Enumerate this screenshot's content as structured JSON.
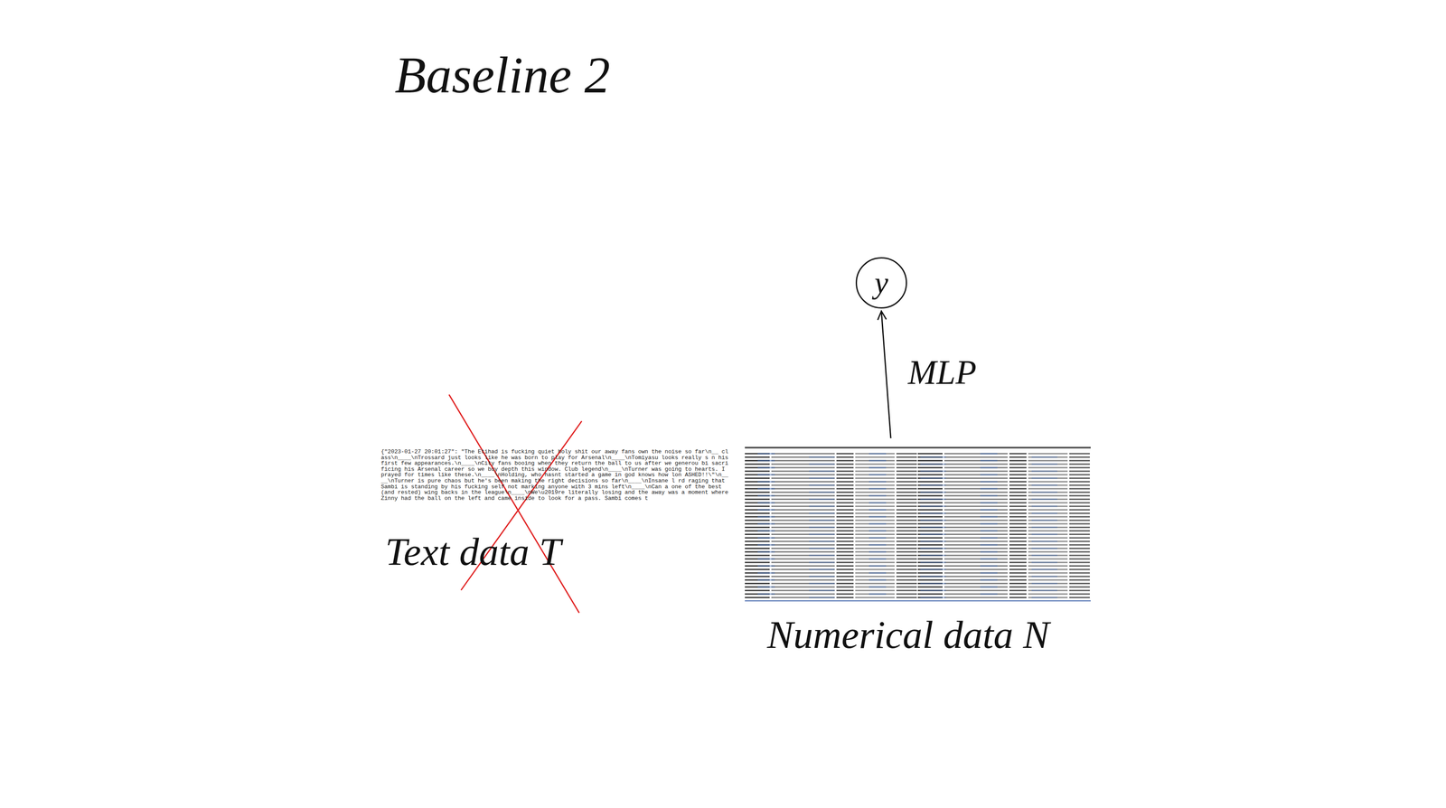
{
  "diagram": {
    "title": "Baseline 2",
    "nodes": [
      {
        "text": [
          "{\"2023-01-27 20:01:27\": \"The Etihad is fucking quiet holy shit our away fans own the noise so far\\n__ class\\n____\\nTrossard just looks like he was born to play for Arsenal\\n____\\nTomiyasu looks really s n his first few appearances.\\n____\\nCity fans booing when they return the ball to us after we generou bi sacrificing his Arsenal career so we buy depth this window. Club legend\\n____\\nTurner was going to hearts. I prayed for times like these.\\n____\\nHolding, who hasnt started a game in god knows how lon ASHED!!\\\"\\n____\\nTurner is pure chaos but he's been making the right decisions so far\\n____\\nInsane l rd raging that Sambi is standing by his fucking self not marking anyone with 3 mins left\\n____\\nCan a one of the best (and rested) wing backs in the league\\n____\\nWe\\u2019re literally losing and the away was a moment where Zinny had the ball on the left and came inside to look for a pass. Sambi comes t",
          "Text data T"
        ]
      },
      {
        "text": [
          "Numerical data N"
        ]
      },
      {
        "text": [
          "y"
        ]
      }
    ],
    "edges": [
      {
        "from": 1,
        "to": 2,
        "arrow": "to",
        "label": "MLP"
      }
    ]
  }
}
